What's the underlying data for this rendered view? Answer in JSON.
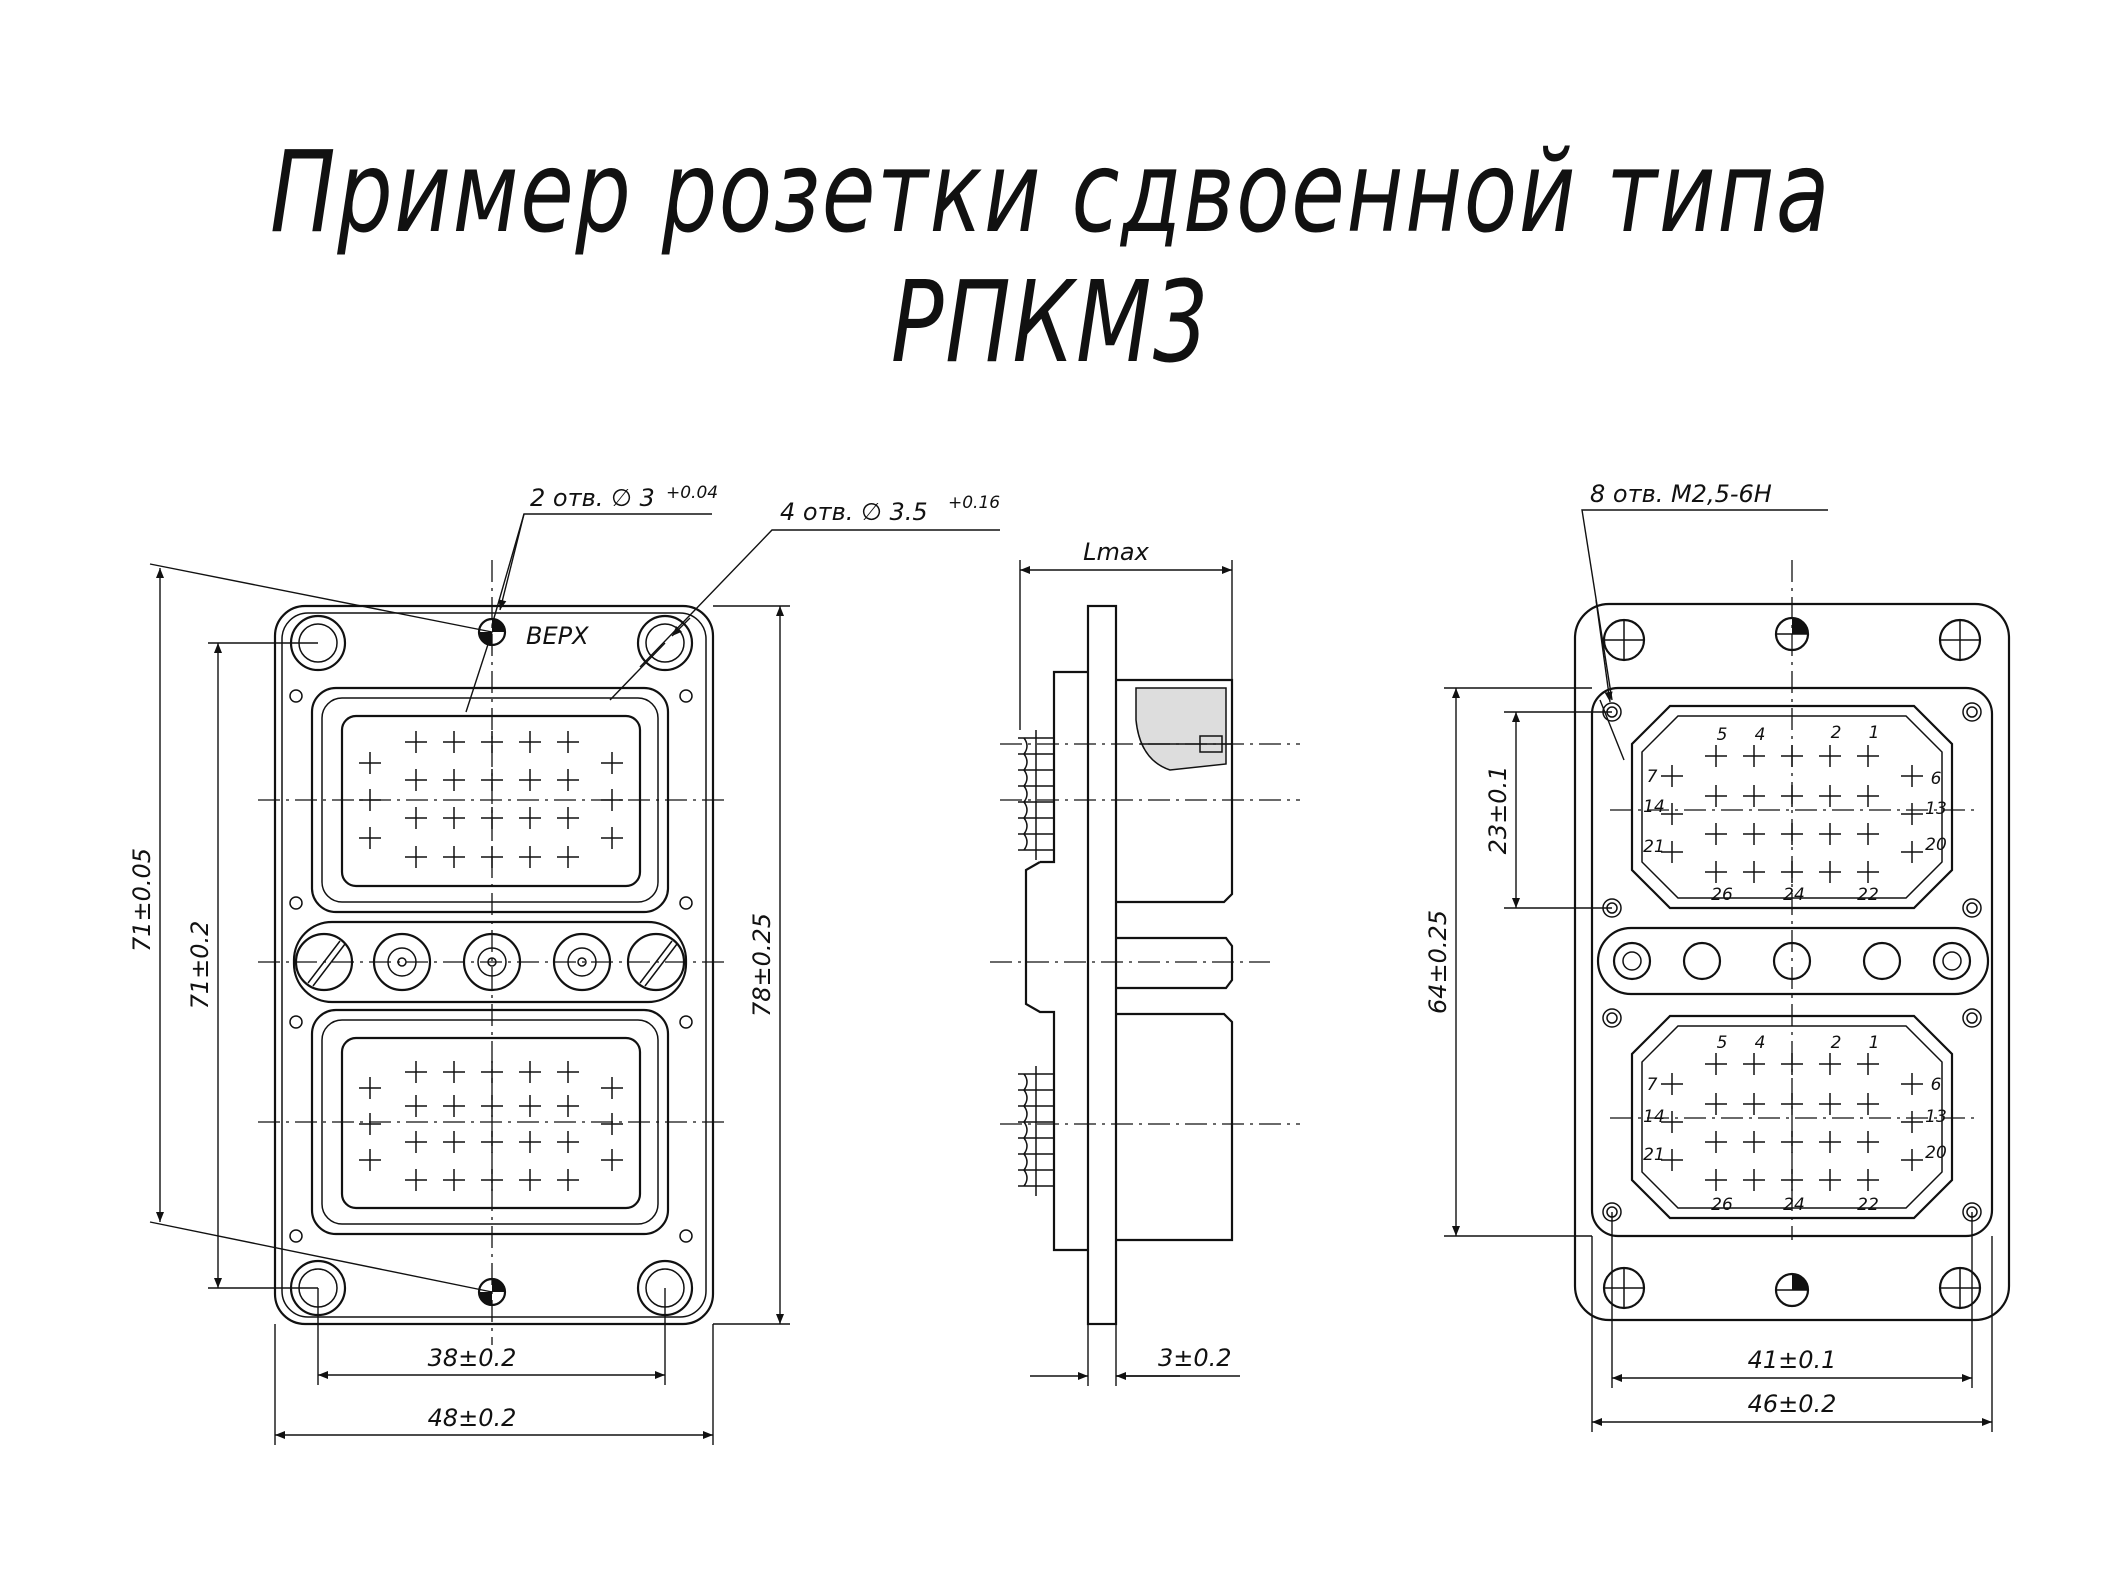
{
  "title": "Пример розетки сдвоенной типа РПКМ3",
  "left_view": {
    "callout_holes_2": "2 отв. ∅ 3",
    "callout_holes_2_tol": "+0.04",
    "callout_holes_4": "4 отв. ∅ 3.5",
    "callout_holes_4_tol": "+0.16",
    "marking": "ВЕРХ",
    "dim_height_1": "71±0.05",
    "dim_height_2": "71±0.2",
    "dim_height_3": "78±0.25",
    "dim_width_1": "38±0.2",
    "dim_width_2": "48±0.2"
  },
  "side_view": {
    "dim_length": "Lmax",
    "dim_flange": "3±0.2"
  },
  "right_view": {
    "callout_threads": "8 отв. М2,5-6Н",
    "dim_height_1": "23±0.1",
    "dim_height_2": "64±0.25",
    "dim_width_1": "41±0.1",
    "dim_width_2": "46±0.2",
    "pin_labels": [
      "5",
      "4",
      "2",
      "1",
      "7",
      "6",
      "14",
      "13",
      "21",
      "20",
      "26",
      "24",
      "22"
    ]
  }
}
